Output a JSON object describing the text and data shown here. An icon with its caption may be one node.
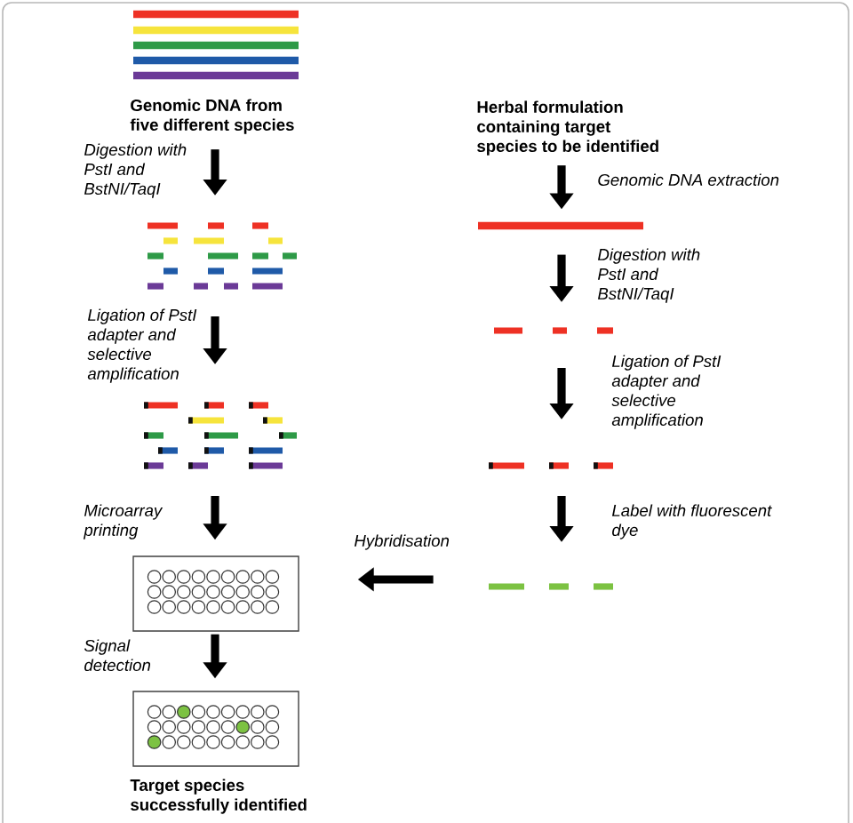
{
  "diagram": {
    "nodes": [
      {
        "text": [
          "Genomic DNA from five different species"
        ]
      },
      {
        "text": [],
        "shape": "picture"
      },
      {
        "text": [],
        "shape": "picture"
      },
      {
        "text": [],
        "shape": "box"
      },
      {
        "text": [
          "Target species successfully identified"
        ]
      },
      {
        "text": [
          "Herbal formulation containing target species to be identified"
        ]
      },
      {
        "text": [],
        "shape": "picture"
      },
      {
        "text": [],
        "shape": "picture"
      },
      {
        "text": [],
        "shape": "picture"
      },
      {
        "text": [],
        "shape": "picture"
      }
    ],
    "edges": [
      {
        "from": 0,
        "to": 1,
        "arrow": "to",
        "label": "Digestion with PstI and BstNI/TaqI"
      },
      {
        "from": 1,
        "to": 2,
        "arrow": "to",
        "label": "Ligation of PstI adapter and selective amplification"
      },
      {
        "from": 2,
        "to": 3,
        "arrow": "to",
        "label": "Microarray printing"
      },
      {
        "from": 3,
        "to": 4,
        "arrow": "to",
        "label": "Signal detection"
      },
      {
        "from": 5,
        "to": 6,
        "arrow": "to",
        "label": "Genomic DNA extraction"
      },
      {
        "from": 6,
        "to": 7,
        "arrow": "to",
        "label": "Digestion with PstI and BstNI/TaqI"
      },
      {
        "from": 7,
        "to": 8,
        "arrow": "to",
        "label": "Ligation of PstI adapter and selective amplification"
      },
      {
        "from": 8,
        "to": 9,
        "arrow": "to",
        "label": "Label with fluorescent dye"
      },
      {
        "from": 9,
        "to": 3,
        "arrow": "to",
        "label": "Hybridisation"
      }
    ]
  }
}
